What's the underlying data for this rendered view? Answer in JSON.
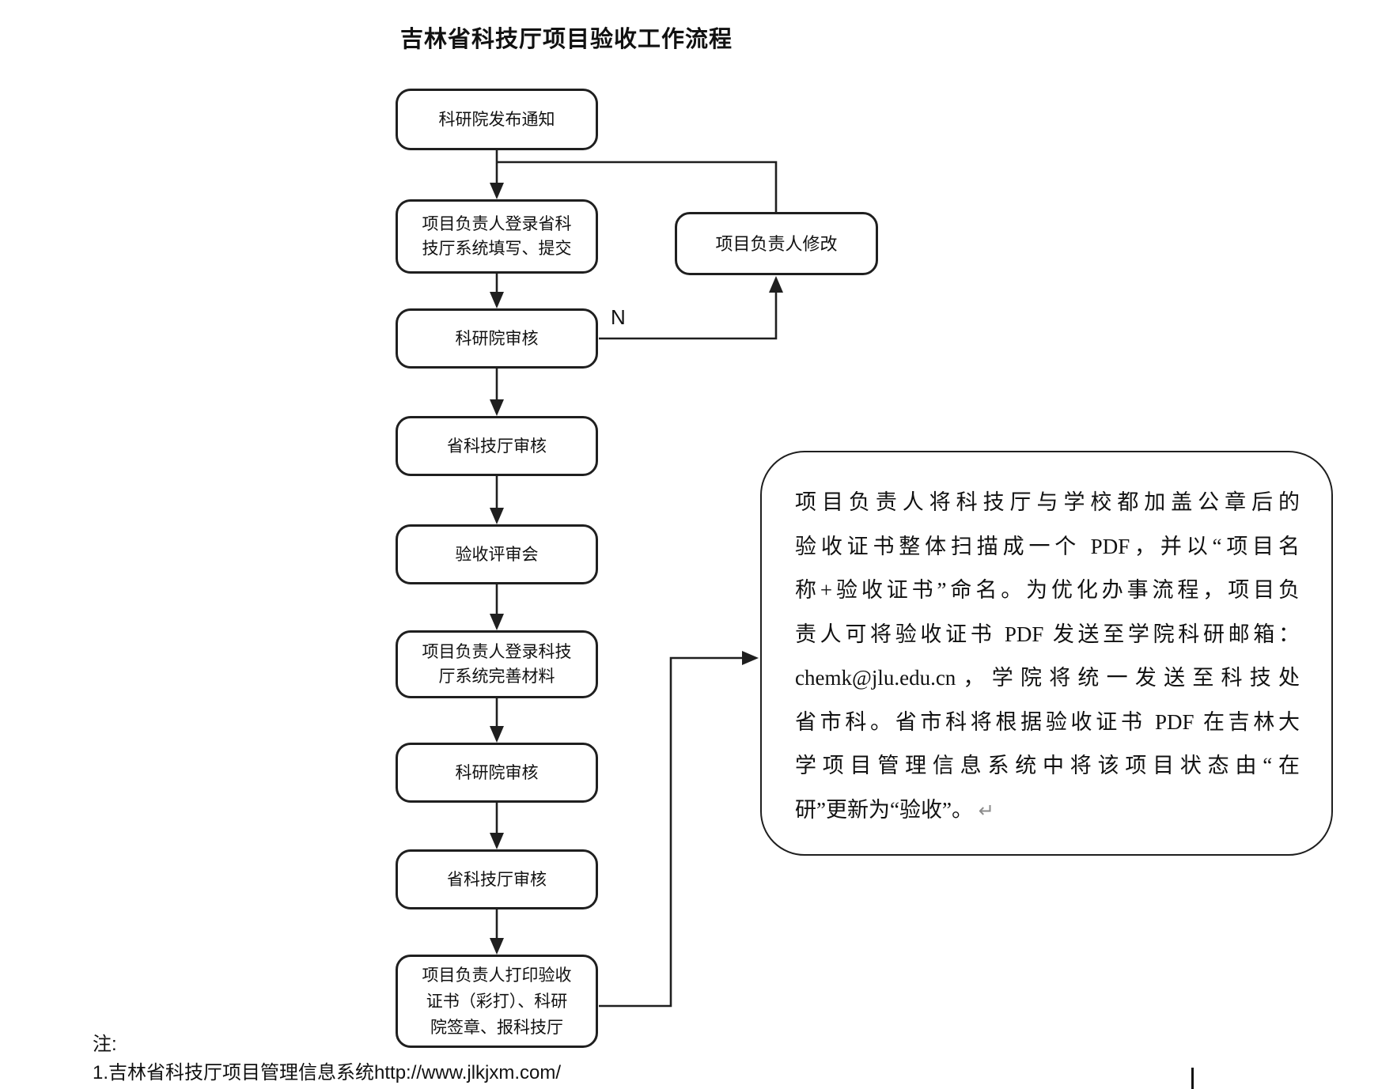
{
  "page": {
    "title": "吉林省科技厅项目验收工作流程"
  },
  "flowchart": {
    "steps": [
      {
        "lines": [
          "科研院发布通知"
        ]
      },
      {
        "lines": [
          "项目负责人登录省科",
          "技厅系统填写、提交"
        ]
      },
      {
        "lines": [
          "科研院审核"
        ]
      },
      {
        "lines": [
          "省科技厅审核"
        ]
      },
      {
        "lines": [
          "验收评审会"
        ]
      },
      {
        "lines": [
          "项目负责人登录科技",
          "厅系统完善材料"
        ]
      },
      {
        "lines": [
          "科研院审核"
        ]
      },
      {
        "lines": [
          "省科技厅审核"
        ]
      },
      {
        "lines": [
          "项目负责人打印验收",
          "证书（彩打）、科研",
          "院签章、报科技厅"
        ]
      }
    ],
    "revision_box": {
      "label": "项目负责人修改"
    },
    "reject_branch_label": "N"
  },
  "callout": {
    "lines": [
      "项目负责人将科技厅与学校都加盖公章后的",
      "验收证书整体扫描成一个 PDF，并以“项目名",
      "称+验收证书”命名。为优化办事流程，项目负",
      "责人可将验收证书 PDF 发送至学院科研邮箱：",
      "chemk@jlu.edu.cn，学院将统一发送至科技处",
      "省市科。省市科将根据验收证书 PDF 在吉林大",
      "学项目管理信息系统中将该项目状态由“在",
      "研”更新为“验收”。"
    ],
    "return_mark": "↵"
  },
  "footnote": {
    "label": "注:",
    "items": [
      "1.吉林省科技厅项目管理信息系统http://www.jlkjxm.com/"
    ]
  },
  "colors": {
    "stroke": "#1f1f1f",
    "text": "#111111",
    "background": "#ffffff",
    "return_mark": "#8a8a8a"
  }
}
